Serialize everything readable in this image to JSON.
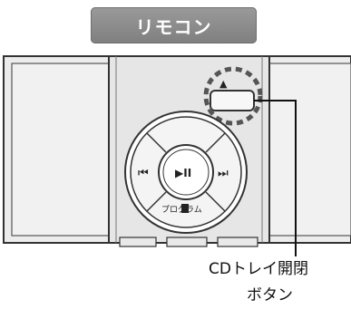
{
  "title": "リモコン",
  "buttons": {
    "prev_glyph": "⏮",
    "play_pause_glyph": "▶II",
    "next_glyph": "⏭",
    "program_label": "プログラム",
    "eject_glyph": "▲"
  },
  "callout": {
    "line1": "CDトレイ開閉",
    "line2": "ボタン"
  },
  "colors": {
    "badge": "#8a8a8a",
    "remote_body": "#e7e7e7",
    "panel_bg": "#eaeaea",
    "outline": "#333333",
    "dashed_circle": "#555555"
  }
}
